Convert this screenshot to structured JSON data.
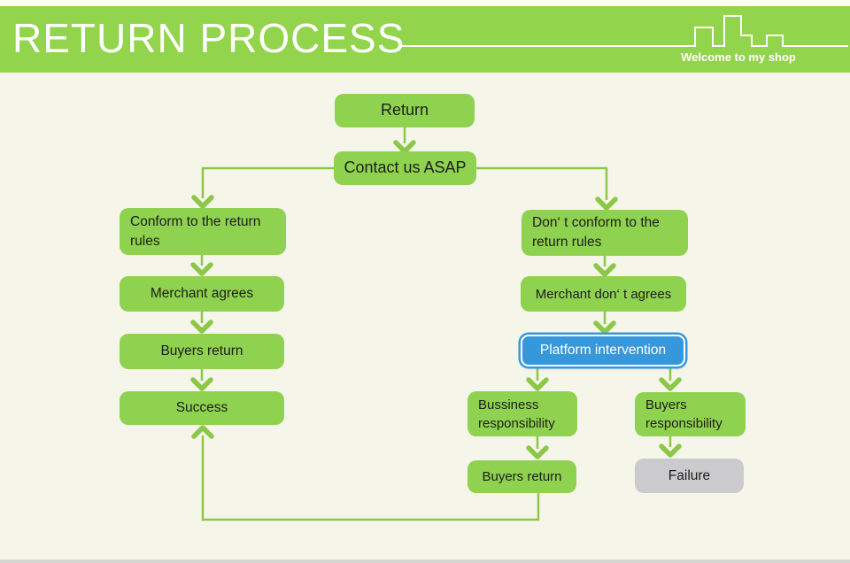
{
  "header": {
    "title": "RETURN PROCESS",
    "tagline": "Welcome to my shop"
  },
  "colors": {
    "header_green": "#93d44d",
    "node_green": "#8fd24f",
    "connector_green": "#8cc747",
    "highlight_blue": "#3698db",
    "neutral_gray": "#cbcbcd",
    "background_cream": "#f5f6e9",
    "text_dark": "#1d1d1b",
    "text_white": "#ffffff"
  },
  "flowchart": {
    "nodes": {
      "return": {
        "label": "Return"
      },
      "contact": {
        "label": "Contact us ASAP"
      },
      "conform": {
        "label": "Conform to the return rules"
      },
      "merchant_agrees": {
        "label": "Merchant agrees"
      },
      "buyers_return_left": {
        "label": "Buyers return"
      },
      "success": {
        "label": "Success"
      },
      "dont_conform": {
        "label": "Don‘ t conform to the return rules"
      },
      "merchant_dont_agree": {
        "label": "Merchant don‘ t agrees"
      },
      "platform": {
        "label": "Platform intervention"
      },
      "business_resp": {
        "label": "Bussiness responsibility"
      },
      "buyers_return_right": {
        "label": "Buyers return"
      },
      "buyers_resp": {
        "label": "Buyers responsibility"
      },
      "failure": {
        "label": "Failure"
      }
    },
    "edges": [
      [
        "return",
        "contact"
      ],
      [
        "contact",
        "conform"
      ],
      [
        "contact",
        "dont_conform"
      ],
      [
        "conform",
        "merchant_agrees"
      ],
      [
        "merchant_agrees",
        "buyers_return_left"
      ],
      [
        "buyers_return_left",
        "success"
      ],
      [
        "dont_conform",
        "merchant_dont_agree"
      ],
      [
        "merchant_dont_agree",
        "platform"
      ],
      [
        "platform",
        "business_resp"
      ],
      [
        "platform",
        "buyers_resp"
      ],
      [
        "business_resp",
        "buyers_return_right"
      ],
      [
        "buyers_resp",
        "failure"
      ],
      [
        "buyers_return_right",
        "success"
      ]
    ]
  }
}
